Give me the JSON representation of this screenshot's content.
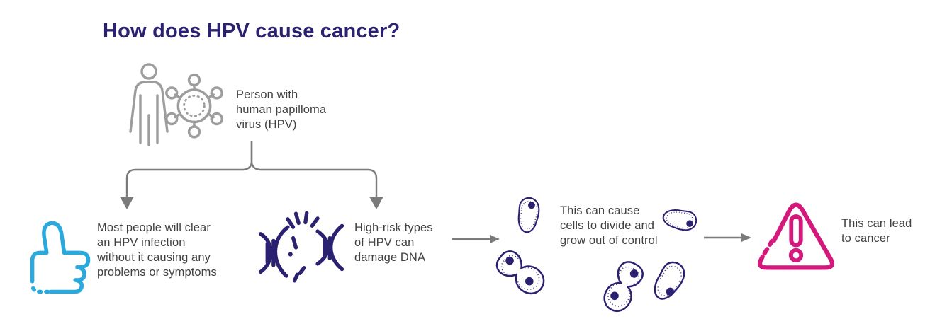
{
  "title": "How does HPV cause cancer?",
  "colors": {
    "title-navy": "#2b2171",
    "icon-navy": "#2b2171",
    "icon-gray": "#9d9d9d",
    "arrow-gray": "#7b7b7b",
    "text-gray": "#414042",
    "accent-cyan": "#29a9dc",
    "accent-pink": "#d4187c"
  },
  "nodes": {
    "person": {
      "label": "Person with\nhuman papilloma\nvirus (HPV)",
      "icons": [
        "person-icon",
        "virus-icon"
      ]
    },
    "clear": {
      "label": "Most people will clear\nan HPV infection\nwithout it causing any\nproblems or symptoms",
      "icon": "thumbs-up-icon"
    },
    "damage": {
      "label": "High-risk types\nof HPV can\ndamage DNA",
      "icon": "dna-icon"
    },
    "divide": {
      "label": "This can cause\ncells to divide and\ngrow out of control",
      "icon": "dividing-cells-icon"
    },
    "cancer": {
      "label": "This can lead\nto cancer",
      "icon": "warning-triangle-icon"
    }
  }
}
